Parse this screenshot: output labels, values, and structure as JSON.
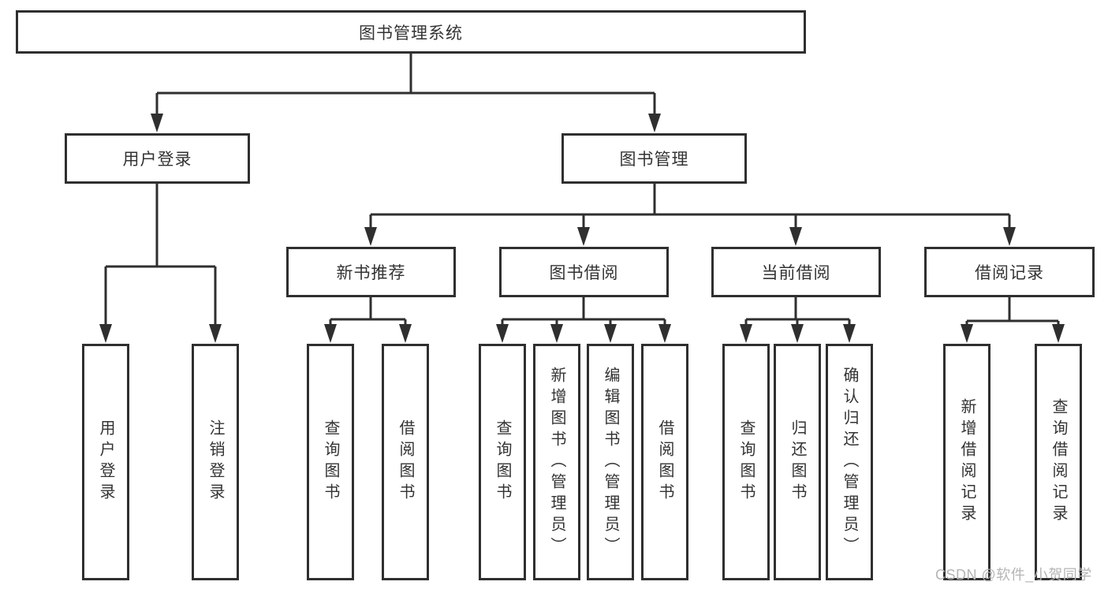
{
  "tree": {
    "label": "图书管理系统",
    "children": [
      {
        "label": "用户登录",
        "children": [
          {
            "label": "用户登录"
          },
          {
            "label": "注销登录"
          }
        ]
      },
      {
        "label": "图书管理",
        "children": [
          {
            "label": "新书推荐",
            "children": [
              {
                "label": "查询图书"
              },
              {
                "label": "借阅图书"
              }
            ]
          },
          {
            "label": "图书借阅",
            "children": [
              {
                "label": "查询图书"
              },
              {
                "label": "新增图书（管理员）"
              },
              {
                "label": "编辑图书（管理员）"
              },
              {
                "label": "借阅图书"
              }
            ]
          },
          {
            "label": "当前借阅",
            "children": [
              {
                "label": "查询图书"
              },
              {
                "label": "归还图书"
              },
              {
                "label": "确认归还（管理员）"
              }
            ]
          },
          {
            "label": "借阅记录",
            "children": [
              {
                "label": "新增借阅记录"
              },
              {
                "label": "查询借阅记录"
              }
            ]
          }
        ]
      }
    ]
  },
  "watermark": {
    "text": "CSDN @软件_小贺同学"
  },
  "colors": {
    "line": "#2f2f2f",
    "text": "#333333",
    "watermark": "#b5b5b5",
    "background": "#ffffff"
  }
}
